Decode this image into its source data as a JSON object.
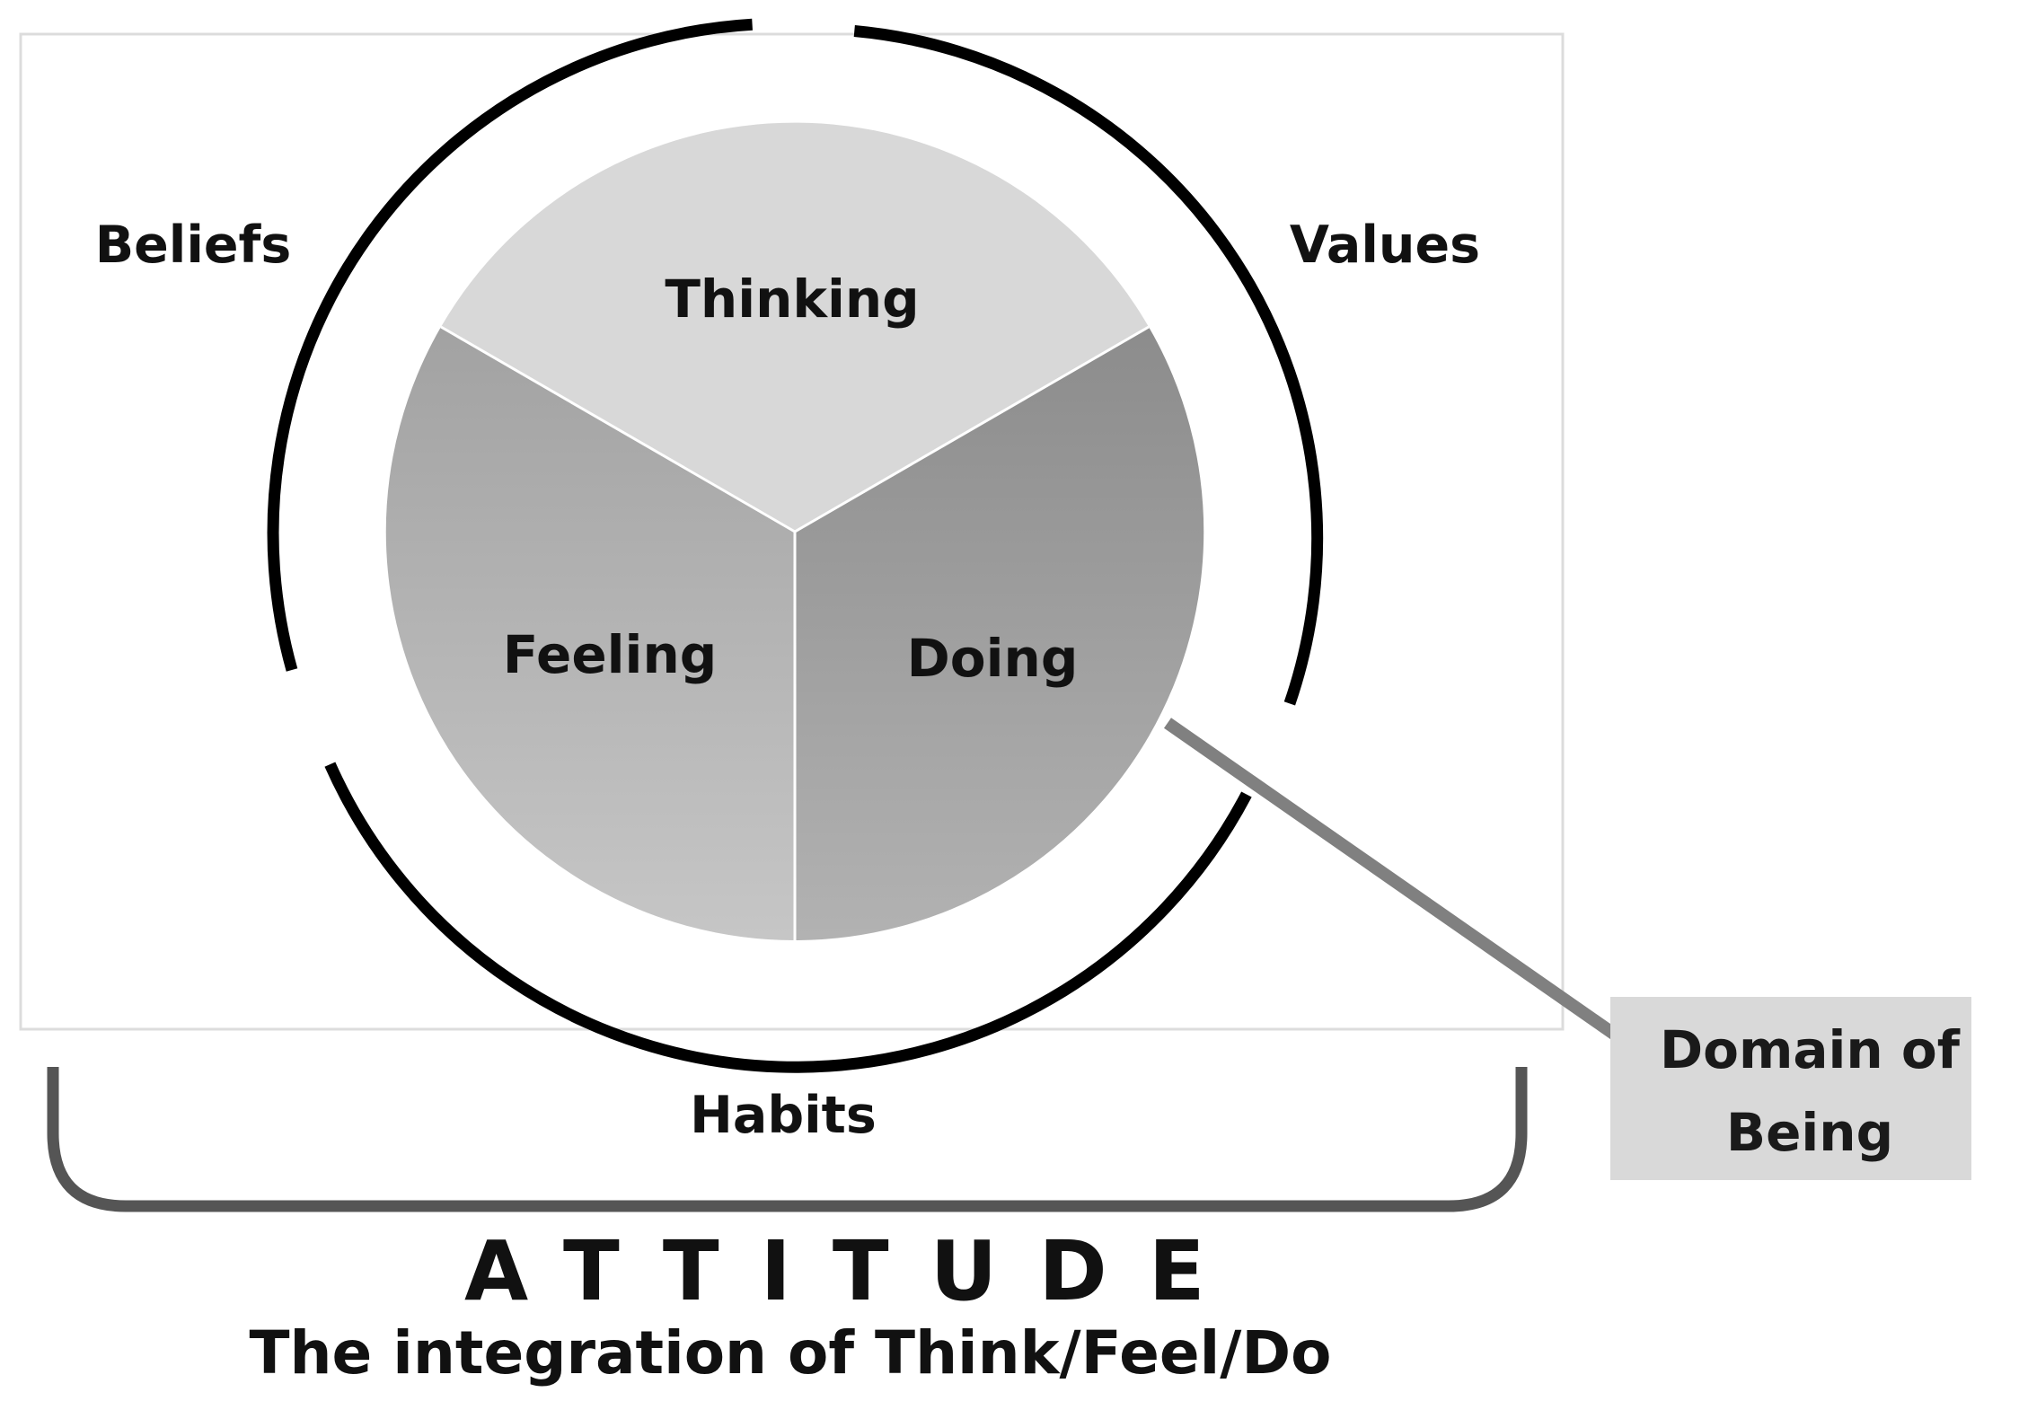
{
  "diagram": {
    "segments": {
      "thinking": "Thinking",
      "feeling": "Feeling",
      "doing": "Doing"
    },
    "outer": {
      "beliefs": "Beliefs",
      "values": "Values",
      "habits": "Habits"
    },
    "callout": {
      "line1": "Domain of",
      "line2": "Being"
    },
    "title": "ATTITUDE",
    "subtitle": "The integration of Think/Feel/Do"
  },
  "colors": {
    "thinking": "#d8d8d8",
    "doing_top": "#8e8e8e",
    "doing_bottom": "#b0b0b0",
    "feeling_top": "#a4a4a4",
    "feeling_bottom": "#c4c4c4",
    "ring": "#000000",
    "brace": "#555555",
    "callout_box": "#d9d9d9",
    "callout_line": "#808080",
    "frame": "#dcdcdc"
  }
}
